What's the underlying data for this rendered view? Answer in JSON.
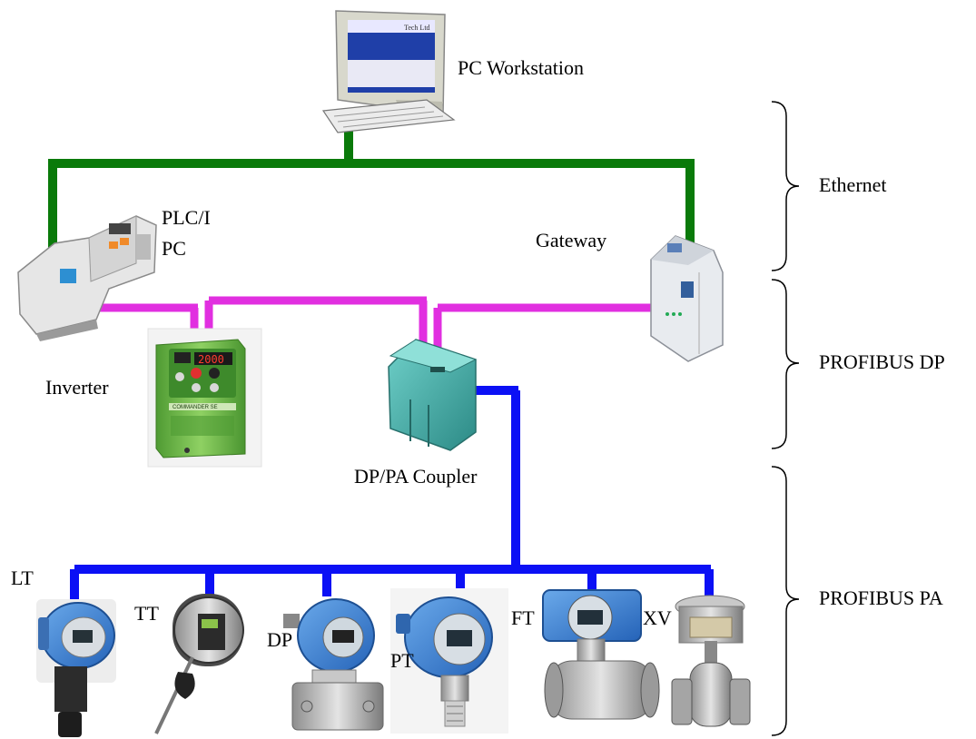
{
  "labels": {
    "pc_workstation": "PC Workstation",
    "plc_line1": "PLC/I",
    "plc_line2": "PC",
    "gateway": "Gateway",
    "inverter": "Inverter",
    "coupler": "DP/PA Coupler",
    "lt": "LT",
    "tt": "TT",
    "dp": "DP",
    "pt": "PT",
    "ft": "FT",
    "xv": "XV"
  },
  "bus_labels": {
    "ethernet": "Ethernet",
    "profibus_dp": "PROFIBUS DP",
    "profibus_pa": "PROFIBUS PA"
  },
  "monitor_text": "Tech Ltd",
  "inverter_display": "2000",
  "inverter_brand": "COMMANDER SE",
  "colors": {
    "ethernet": "#0a7a0a",
    "profibus_dp": "#e12fe0",
    "profibus_pa": "#0b10f5",
    "device_blue": "#3b83d6",
    "coupler_teal": "#3a9f9c",
    "inverter_green": "#6dbb45"
  },
  "icons": [
    "pc-workstation-icon",
    "plc-icon",
    "gateway-icon",
    "inverter-icon",
    "coupler-icon",
    "level-transmitter-icon",
    "temperature-transmitter-icon",
    "differential-pressure-transmitter-icon",
    "pressure-transmitter-icon",
    "flow-transmitter-icon",
    "control-valve-icon"
  ]
}
